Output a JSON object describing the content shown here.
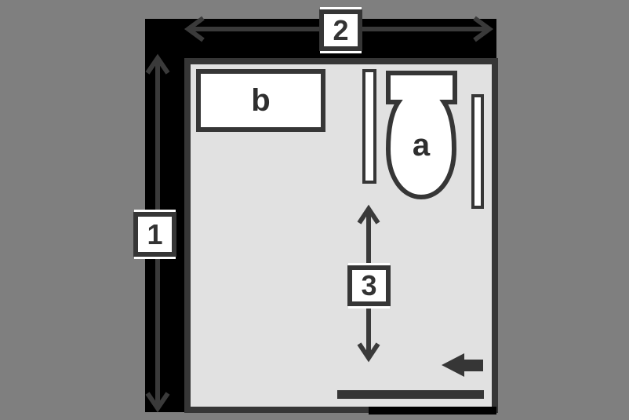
{
  "diagram": {
    "colors": {
      "background": "#7f7f7f",
      "wall": "#000000",
      "outline": "#363636",
      "floor": "#e1e1e1",
      "fixture_fill": "#ffffff",
      "arrow": "#3a3a3a"
    },
    "dimension_labels": {
      "height": "1",
      "width": "2",
      "clearance": "3"
    },
    "fixture_labels": {
      "toilet": "a",
      "counter": "b"
    },
    "icons": {
      "toilet": "toilet-plan-icon",
      "entry_arrow": "left-block-arrow-icon",
      "door": "door-bar",
      "width_arrow": "horizontal-double-arrow-icon",
      "height_arrow": "vertical-double-arrow-icon",
      "clearance_arrow": "vertical-double-arrow-icon"
    }
  }
}
